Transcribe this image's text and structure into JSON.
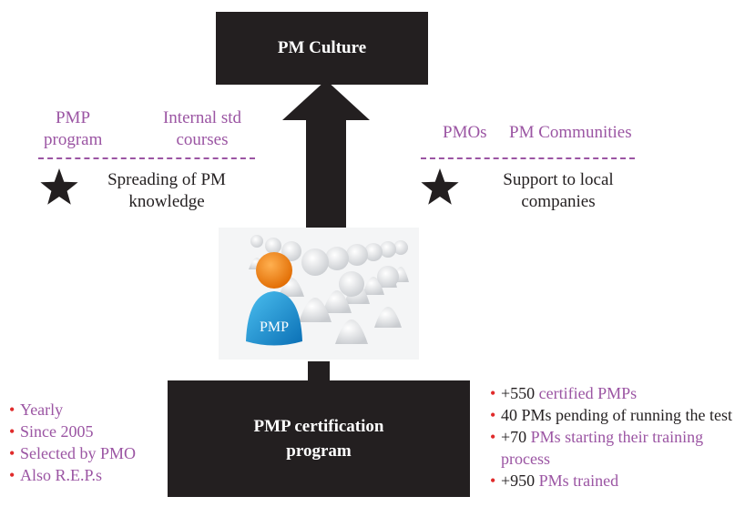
{
  "top_box": {
    "label": "PM Culture"
  },
  "bottom_box": {
    "line1": "PMP certification",
    "line2": "program"
  },
  "left_group": {
    "label_a_line1": "PMP",
    "label_a_line2": "program",
    "label_b_line1": "Internal std",
    "label_b_line2": "courses",
    "desc_line1": "Spreading of PM",
    "desc_line2": "knowledge"
  },
  "right_group": {
    "label_a": "PMOs",
    "label_b": "PM Communities",
    "desc_line1": "Support to local",
    "desc_line2": "companies"
  },
  "image": {
    "badge": "PMP"
  },
  "left_bullets": [
    "Yearly",
    "Since 2005",
    "Selected by PMO",
    "Also R.E.P.s"
  ],
  "right_bullets": [
    {
      "prefix": "+550",
      "text": " certified PMPs"
    },
    {
      "prefix": "40 PMs pending of running the test",
      "text": ""
    },
    {
      "prefix": "+70",
      "text": " PMs starting their training process"
    },
    {
      "prefix": "+950",
      "text": " PMs trained"
    }
  ],
  "colors": {
    "box": "#231f20",
    "accent": "#9b55a3",
    "bullet": "#e02b2b"
  },
  "icons": {
    "star": "star-icon",
    "arrow": "up-arrow-icon"
  }
}
